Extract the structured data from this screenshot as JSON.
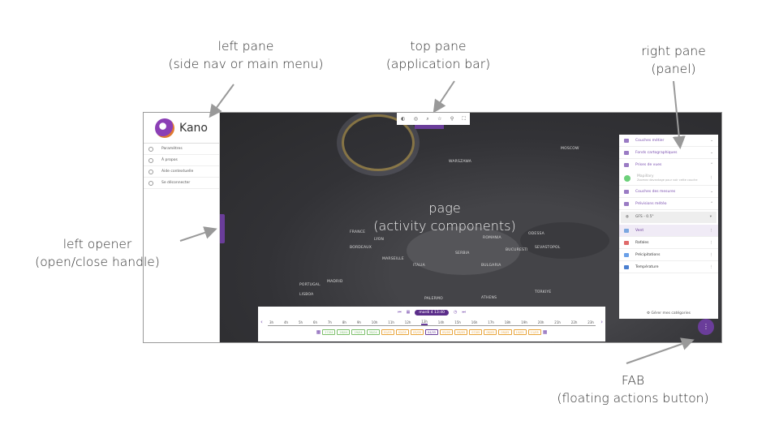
{
  "annotations": {
    "left_pane": [
      "left pane",
      "(side nav or main menu)"
    ],
    "top_pane": [
      "top pane",
      "(application bar)"
    ],
    "right_pane": [
      "right pane",
      "(panel)"
    ],
    "page": [
      "page",
      "(activity components)"
    ],
    "left_opener": [
      "left opener",
      "(open/close handle)"
    ],
    "fab": [
      "FAB",
      "(floating actions button)"
    ]
  },
  "app": {
    "name": "Kano"
  },
  "sidebar": {
    "items": [
      {
        "label": "Paramètres",
        "icon": "gear-icon"
      },
      {
        "label": "À propos",
        "icon": "info-icon"
      },
      {
        "label": "Aide contextuelle",
        "icon": "help-icon"
      },
      {
        "label": "Se déconnecter",
        "icon": "logout-icon"
      }
    ]
  },
  "toolbar": {
    "icons": [
      "layers-icon",
      "locate-icon",
      "search-icon",
      "star-icon",
      "tools-icon",
      "fullscreen-icon"
    ]
  },
  "map": {
    "labels": [
      "FRANCE",
      "LYON",
      "BORDEAUX",
      "MARSEILLE",
      "MADRID",
      "PORTUGAL",
      "LISBOA",
      "ITALIA",
      "ROMANIA",
      "SERBIA",
      "BUCURESTI",
      "BULGARIA",
      "ATHENS",
      "TÜRKIYE",
      "ODESSA",
      "SEVASTOPOL",
      "PALERMO",
      "MOSCOW",
      "WARSZAWA"
    ]
  },
  "panel": {
    "sections": [
      {
        "label": "Couches métier",
        "chevron": "⌄"
      },
      {
        "label": "Fonds cartographiques",
        "chevron": "⌄"
      },
      {
        "label": "Prises de vues",
        "chevron": "⌃"
      }
    ],
    "mapillary": {
      "title": "Mapillary",
      "hint": "Zoomez davantage pour voir cette couche"
    },
    "sections2": [
      {
        "label": "Couches des mesures",
        "chevron": "⌄"
      },
      {
        "label": "Prévisions météo",
        "chevron": "⌃"
      }
    ],
    "model": "GFS - 0.5°",
    "layers": [
      "Vent",
      "Rafales",
      "Précipitations",
      "Température"
    ],
    "selected_layer": "Vent",
    "manage": "Gérer mes catégories"
  },
  "timeline": {
    "current": "mardi 4 13:40",
    "hours": [
      "3h",
      "4h",
      "5h",
      "6h",
      "7h",
      "8h",
      "9h",
      "10h",
      "11h",
      "12h",
      "13h",
      "14h",
      "15h",
      "16h",
      "17h",
      "18h",
      "19h",
      "20h",
      "21h",
      "22h",
      "23h"
    ],
    "selected_hour": "13h",
    "days": [
      "27/04",
      "28/04",
      "29/04",
      "30/04",
      "01/05",
      "02/05",
      "03/05",
      "04/05",
      "05/05",
      "06/05",
      "07/05",
      "08/05",
      "09/05",
      "10/05",
      "11/05"
    ],
    "selected_day": "04/05",
    "colors": {
      "past": "#7cbf6a",
      "future": "#e8a43a",
      "selected": "#6a3d9a"
    }
  },
  "fab": {
    "icon": "more-vert-icon",
    "label": "⋮"
  }
}
